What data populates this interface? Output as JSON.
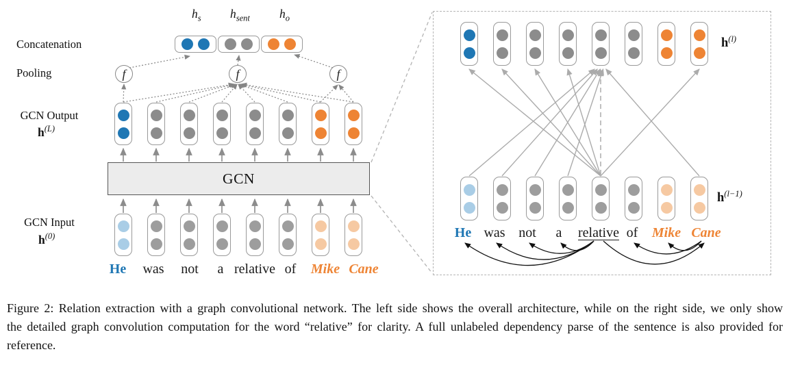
{
  "colors": {
    "blue": "#1f77b4",
    "light_blue": "#a9cde6",
    "orange": "#ee8434",
    "light_orange": "#f6c9a2",
    "gray": "#8c8c8c",
    "light_gray": "#9d9d9d",
    "line_gray": "#8c8c8c",
    "line_light": "#ababab",
    "dotted_line": "#858585",
    "arc_black": "#111111",
    "box_border": "#999999",
    "gcn_fill": "#ececec",
    "gcn_border": "#555555",
    "dashed_border": "#b3b3b3"
  },
  "left_panel": {
    "labels": {
      "concatenation": "Concatenation",
      "pooling": "Pooling",
      "gcn_output": "GCN Output",
      "gcn_input": "GCN Input",
      "gcn_box": "GCN"
    },
    "math": {
      "h_L": {
        "base": "h",
        "sup": "(L)"
      },
      "h_0": {
        "base": "h",
        "sup": "(0)"
      },
      "h_s": {
        "base": "h",
        "sub": "s"
      },
      "h_sent": {
        "base": "h",
        "sub": "sent"
      },
      "h_o": {
        "base": "h",
        "sub": "o"
      }
    },
    "pooling_symbol": "f",
    "pooling_groups": [
      {
        "name": "subject",
        "token_indices": [
          0
        ]
      },
      {
        "name": "sentence",
        "token_indices": [
          0,
          1,
          2,
          3,
          4,
          5,
          6,
          7
        ]
      },
      {
        "name": "object",
        "token_indices": [
          6,
          7
        ]
      }
    ],
    "concat_groups": [
      "subject",
      "sentence",
      "object"
    ]
  },
  "right_panel": {
    "math": {
      "h_l": {
        "base": "h",
        "sup": "(l)"
      },
      "h_l_minus_1": {
        "base": "h",
        "sup": "(l−1)"
      }
    },
    "focus_word": "relative",
    "focus_index": 4,
    "graph_neighbors_of_focus": [
      "He",
      "was",
      "not",
      "a",
      "Cane"
    ],
    "neighbor_indices": [
      0,
      1,
      2,
      3,
      7
    ],
    "self_loop_dashed": true,
    "dependency_arcs": [
      {
        "from": "relative",
        "to": "He"
      },
      {
        "from": "relative",
        "to": "was"
      },
      {
        "from": "relative",
        "to": "not"
      },
      {
        "from": "relative",
        "to": "a"
      },
      {
        "from": "relative",
        "to": "Cane"
      },
      {
        "from": "Cane",
        "to": "of"
      },
      {
        "from": "Cane",
        "to": "Mike"
      }
    ]
  },
  "sentence": {
    "tokens": [
      {
        "word": "He",
        "role": "subject"
      },
      {
        "word": "was",
        "role": "other"
      },
      {
        "word": "not",
        "role": "other"
      },
      {
        "word": "a",
        "role": "other"
      },
      {
        "word": "relative",
        "role": "other"
      },
      {
        "word": "of",
        "role": "other"
      },
      {
        "word": "Mike",
        "role": "object"
      },
      {
        "word": "Cane",
        "role": "object"
      }
    ]
  },
  "caption": {
    "text": "Figure 2: Relation extraction with a graph convolutional network. The left side shows the overall architecture, while on the right side, we only show the detailed graph convolution computation for the word “relative” for clarity. A full unlabeled dependency parse of the sentence is also provided for reference."
  }
}
